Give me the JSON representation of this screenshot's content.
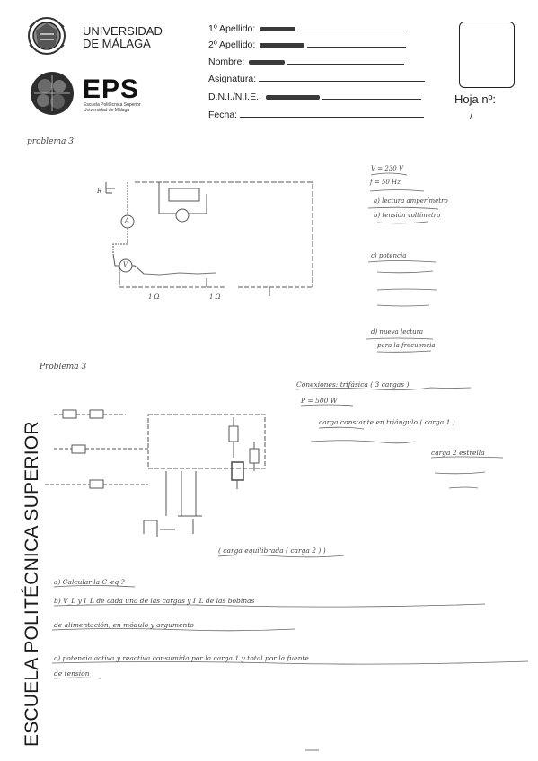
{
  "header": {
    "university_line1": "UNIVERSIDAD",
    "university_line2": "DE MÁLAGA",
    "eps_logo_text": "EPS",
    "eps_subtitle_line1": "Escuela Politécnica Superior",
    "eps_subtitle_line2": "Universidad de Málaga",
    "fields": [
      {
        "label": "1º Apellido:"
      },
      {
        "label": "2º Apellido:"
      },
      {
        "label": "Nombre:"
      },
      {
        "label": "Asignatura:"
      },
      {
        "label": "D.N.I./N.I.E.:"
      },
      {
        "label": "Fecha:"
      }
    ],
    "hoja_label": "Hoja nº:",
    "hoja_value": "/"
  },
  "side_title": "ESCUELA POLITÉCNICA SUPERIOR",
  "handwriting": {
    "problem1_title": "problema 3",
    "problem1_notes": [
      "V = 230 V",
      "f = 50 Hz",
      "a) lectura amperímetro",
      "b) tensión voltímetro",
      "c) potencia",
      "d) nueva lectura",
      "para la frecuencia"
    ],
    "problem1_labels": [
      "R",
      "A",
      "V",
      "1 Ω",
      "1 Ω"
    ],
    "problem2_title": "Problema 3",
    "problem2_notes": [
      "Conexiones: trifásica ( 3 cargas )",
      "P = 500 W",
      "carga constante en triángulo ( carga 1 )",
      "carga 2 estrella",
      "( carga equilibrada ( carga 2 ) )"
    ],
    "questions": [
      "a) Calcular la C_eq ?",
      "b) V_L y I_L de cada una de las cargas y I_L de las bobinas",
      "de alimentación, en módulo y argumento",
      "c) potencia activa y reactiva consumida por la carga 1 y total por la fuente",
      "de tensión"
    ]
  }
}
